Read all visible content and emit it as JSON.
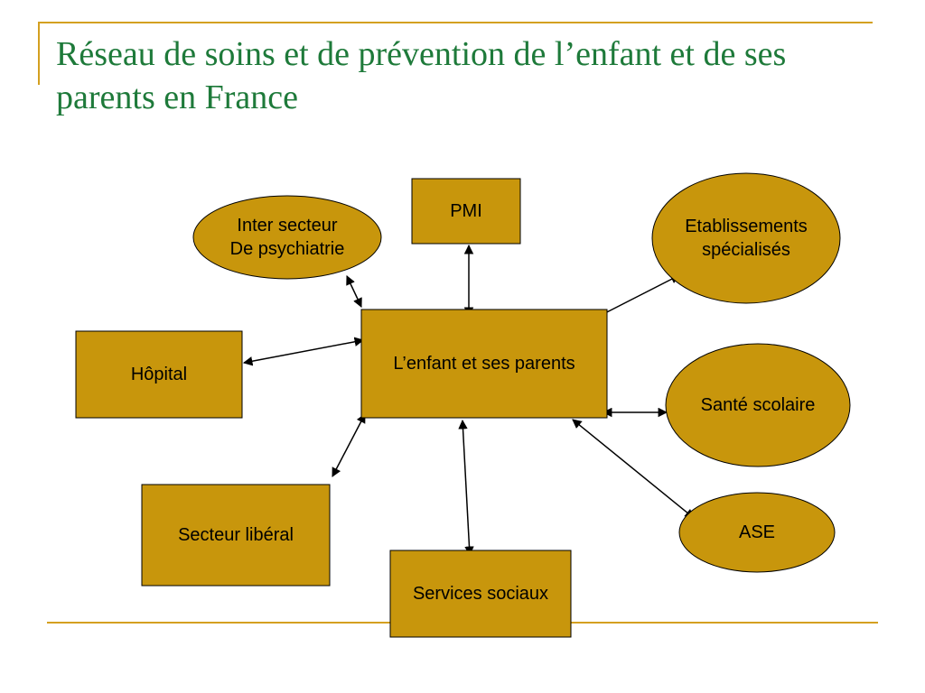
{
  "slide": {
    "title": "Réseau de soins et de prévention de l’enfant et de ses parents en France"
  },
  "colors": {
    "accent_rule": "#D4A020",
    "title_text": "#1E7A3A",
    "node_fill": "#C8960C",
    "node_stroke": "#000000",
    "edge": "#000000"
  },
  "nodes": [
    {
      "id": "center",
      "shape": "rect",
      "lines": [
        "L’enfant et ses parents"
      ]
    },
    {
      "id": "pmi",
      "shape": "rect",
      "lines": [
        "PMI"
      ]
    },
    {
      "id": "inter",
      "shape": "ellipse",
      "lines": [
        "Inter secteur",
        "De psychiatrie"
      ]
    },
    {
      "id": "etab",
      "shape": "ellipse",
      "lines": [
        "Etablissements",
        "spécialisés"
      ]
    },
    {
      "id": "hopital",
      "shape": "rect",
      "lines": [
        "Hôpital"
      ]
    },
    {
      "id": "sante",
      "shape": "ellipse",
      "lines": [
        "Santé scolaire"
      ]
    },
    {
      "id": "liberal",
      "shape": "rect",
      "lines": [
        "Secteur libéral"
      ]
    },
    {
      "id": "services",
      "shape": "rect",
      "lines": [
        "Services sociaux"
      ]
    },
    {
      "id": "ase",
      "shape": "ellipse",
      "lines": [
        "ASE"
      ]
    }
  ],
  "edges": [
    {
      "from": "center",
      "to": "pmi",
      "bidirectional": true
    },
    {
      "from": "center",
      "to": "inter",
      "bidirectional": true
    },
    {
      "from": "center",
      "to": "etab",
      "bidirectional": true
    },
    {
      "from": "center",
      "to": "hopital",
      "bidirectional": true
    },
    {
      "from": "center",
      "to": "sante",
      "bidirectional": true
    },
    {
      "from": "center",
      "to": "liberal",
      "bidirectional": true
    },
    {
      "from": "center",
      "to": "services",
      "bidirectional": true
    },
    {
      "from": "center",
      "to": "ase",
      "bidirectional": true
    }
  ]
}
